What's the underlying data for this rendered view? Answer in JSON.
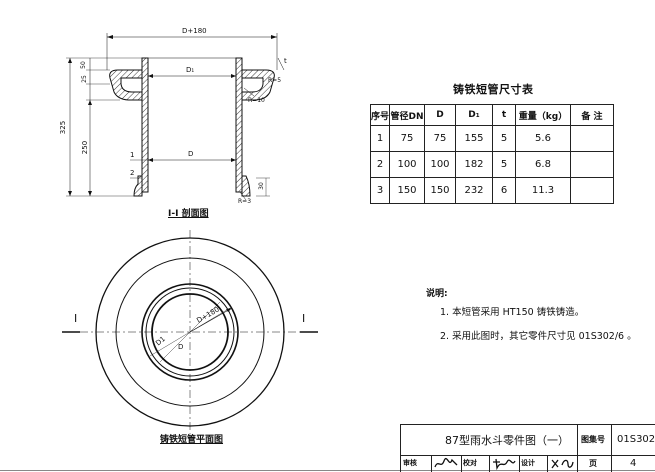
{
  "drawing": {
    "section_caption": "I-I 剖面图",
    "plan_caption": "铸铁短管平面图",
    "section_marker": "I",
    "dimensions": {
      "overall_width": "D+180",
      "total_height": "325",
      "lower_height": "250",
      "flange_a": "50",
      "flange_b": "25",
      "bottom": "30",
      "r5": "R=5",
      "r10": "R=10",
      "r3": "R=3",
      "d1": "D₁",
      "d": "D",
      "t": "t",
      "t1": "1",
      "t2": "2",
      "plan_radius": "D+180",
      "plan_d1": "D1",
      "plan_d": "D"
    }
  },
  "table": {
    "title": "铸铁短管尺寸表",
    "headers": [
      "序号",
      "管径DN",
      "D",
      "D₁",
      "t",
      "重量（kg）",
      "备 注"
    ],
    "rows": [
      [
        "1",
        "75",
        "75",
        "155",
        "5",
        "5.6",
        ""
      ],
      [
        "2",
        "100",
        "100",
        "182",
        "5",
        "6.8",
        ""
      ],
      [
        "3",
        "150",
        "150",
        "232",
        "6",
        "11.3",
        ""
      ]
    ]
  },
  "notes": {
    "title": "说明:",
    "items": [
      "1. 本短管采用 HT150 铸铁铸造。",
      "2. 采用此图时，其它零件尺寸见 01S302/6 。"
    ]
  },
  "title_block": {
    "drawing_title": "87型雨水斗零件图（一）",
    "atlas_label": "图集号",
    "atlas_no": "01S302",
    "review_label": "审核",
    "check_label": "校对",
    "design_label": "设计",
    "page_label": "页",
    "page_no": "4"
  }
}
